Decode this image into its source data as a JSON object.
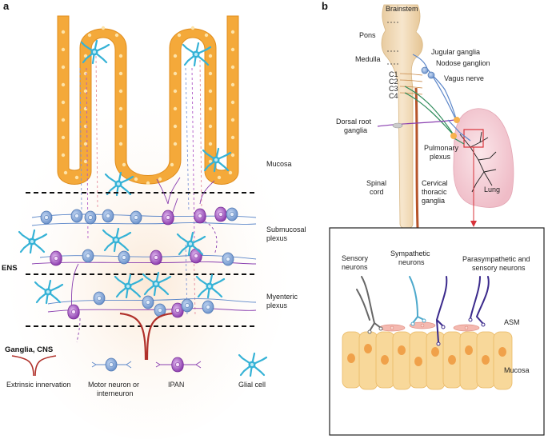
{
  "panels": {
    "a": "a",
    "b": "b"
  },
  "left": {
    "layers": {
      "mucosa": "Mucosa",
      "submucosal_1": "Submucosal",
      "submucosal_2": "plexus",
      "myenteric_1": "Myenteric",
      "myenteric_2": "plexus",
      "ens": "ENS",
      "ganglia": "Ganglia, CNS"
    },
    "legend": {
      "extrinsic": "Extrinsic innervation",
      "motor_1": "Motor neuron or",
      "motor_2": "interneuron",
      "ipan": "IPAN",
      "glial": "Glial cell"
    }
  },
  "right": {
    "labels": {
      "brainstem": "Brainstem",
      "pons": "Pons",
      "medulla": "Medulla",
      "c1": "C1",
      "c2": "C2",
      "c3": "C3",
      "c4": "C4",
      "jugular": "Jugular ganglia",
      "nodose": "Nodose ganglion",
      "vagus": "Vagus nerve",
      "drg_1": "Dorsal root",
      "drg_2": "ganglia",
      "pulm_1": "Pulmonary",
      "pulm_2": "plexus",
      "spinal_1": "Spinal",
      "spinal_2": "cord",
      "cerv_1": "Cervical",
      "cerv_2": "thoracic",
      "cerv_3": "ganglia",
      "lung": "Lung"
    },
    "inset": {
      "sensory_1": "Sensory",
      "sensory_2": "neurons",
      "symp_1": "Sympathetic",
      "symp_2": "neurons",
      "para_1": "Parasympathetic and",
      "para_2": "sensory neurons",
      "asm": "ASM",
      "mucosa": "Mucosa"
    }
  },
  "colors": {
    "villus": "#f4a93a",
    "villus_dot": "#fde3a8",
    "motor_neuron": "#7aa1d6",
    "ipan": "#9b4fb8",
    "glial": "#3bb5d8",
    "extrinsic": "#b0302a",
    "lung": "#f7d5dc",
    "spine": "#f3dfbf",
    "cells": "#f8d89a"
  },
  "icons": [
    "motor-neuron-icon",
    "ipan-neuron-icon",
    "glial-cell-icon",
    "extrinsic-nerve-icon"
  ]
}
